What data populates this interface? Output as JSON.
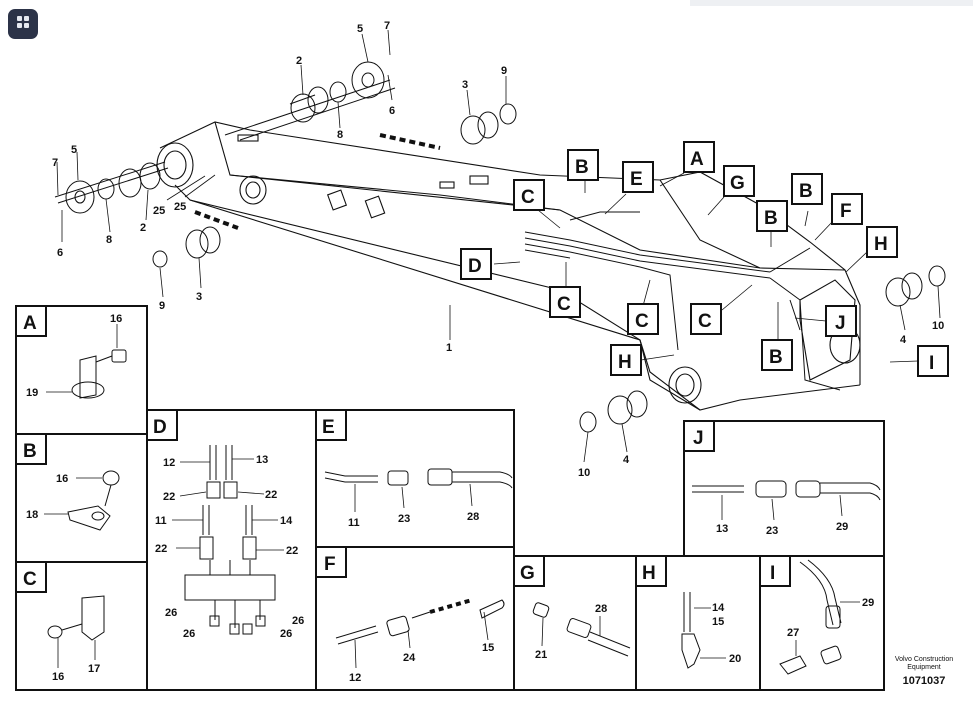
{
  "app": {
    "icon": "grid-menu-icon"
  },
  "main_callouts": {
    "n1": "1",
    "n2a": "2",
    "n2b": "2",
    "n3a": "3",
    "n3b": "3",
    "n4a": "4",
    "n4b": "4",
    "n5a": "5",
    "n5b": "5",
    "n6a": "6",
    "n6b": "6",
    "n7a": "7",
    "n7b": "7",
    "n8a": "8",
    "n8b": "8",
    "n9a": "9",
    "n9b": "9",
    "n10a": "10",
    "n10b": "10",
    "n25a": "25",
    "n25b": "25"
  },
  "main_letters": {
    "A": "A",
    "B1": "B",
    "B2": "B",
    "B3": "B",
    "B4": "B",
    "C1": "C",
    "C2": "C",
    "C3": "C",
    "C4": "C",
    "D": "D",
    "E": "E",
    "F": "F",
    "G": "G",
    "H1": "H",
    "H2": "H",
    "I": "I",
    "J": "J"
  },
  "details": {
    "A": {
      "title": "A",
      "labels": [
        "16",
        "19"
      ]
    },
    "B": {
      "title": "B",
      "labels": [
        "16",
        "18"
      ]
    },
    "C": {
      "title": "C",
      "labels": [
        "16",
        "17"
      ]
    },
    "D": {
      "title": "D",
      "labels": [
        "12",
        "13",
        "22",
        "22",
        "11",
        "14",
        "22",
        "22",
        "26",
        "26",
        "26",
        "26"
      ]
    },
    "E": {
      "title": "E",
      "labels": [
        "11",
        "23",
        "28"
      ]
    },
    "F": {
      "title": "F",
      "labels": [
        "12",
        "24",
        "15"
      ]
    },
    "G": {
      "title": "G",
      "labels": [
        "21",
        "28"
      ]
    },
    "H": {
      "title": "H",
      "labels": [
        "14",
        "15",
        "20"
      ]
    },
    "I": {
      "title": "I",
      "labels": [
        "29",
        "27"
      ]
    },
    "J": {
      "title": "J",
      "labels": [
        "13",
        "23",
        "29"
      ]
    }
  },
  "footer": {
    "caption": "Volvo Construction\nEquipment",
    "code": "1071037"
  }
}
